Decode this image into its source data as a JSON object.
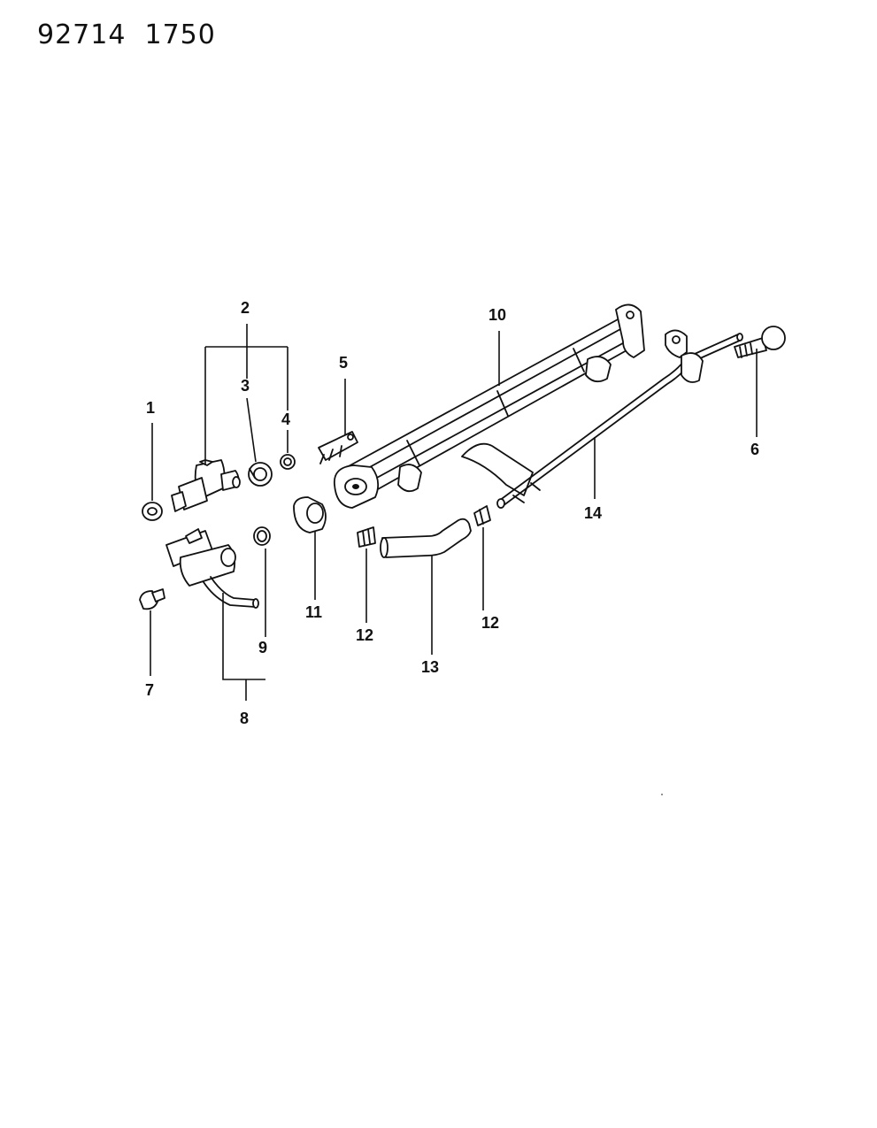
{
  "header": {
    "title": "92714  1750"
  },
  "callouts": {
    "c1": "1",
    "c2": "2",
    "c3": "3",
    "c4": "4",
    "c5": "5",
    "c6": "6",
    "c7": "7",
    "c8": "8",
    "c9": "9",
    "c10": "10",
    "c11": "11",
    "c12a": "12",
    "c12b": "12",
    "c13": "13",
    "c14": "14"
  }
}
